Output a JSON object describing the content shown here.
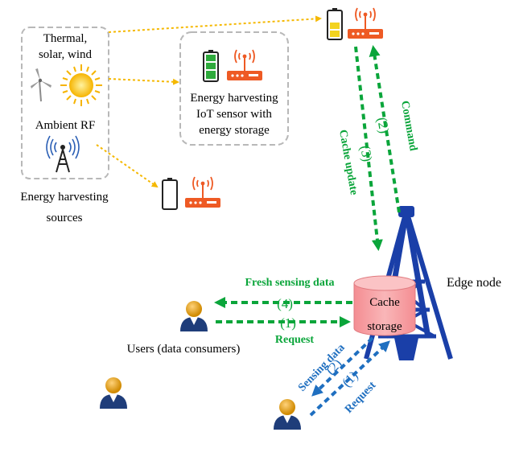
{
  "sources": {
    "line1": "Thermal,",
    "line2": "solar, wind",
    "ambient_rf": "Ambient RF",
    "caption_line1": "Energy harvesting",
    "caption_line2": "sources"
  },
  "iot_box": {
    "line1": "Energy harvesting",
    "line2": "IoT sensor with",
    "line3": "energy storage"
  },
  "cache": {
    "line1": "Cache",
    "line2": "storage"
  },
  "edge_node_label": "Edge node",
  "users_label": "Users (data consumers)",
  "labels": {
    "command": "Command",
    "cache_update": "Cache update",
    "step2_top": "(2)",
    "step3": "(3)",
    "fresh_sensing_data": "Fresh sensing data",
    "step4": "(4)",
    "step1_left": "(1)",
    "request_left": "Request",
    "sensing_data": "Sensing data",
    "step2_bottom": "(2)",
    "step1_bottom": "(1)",
    "request_bottom": "Request"
  },
  "colors": {
    "green_arrow": "#0aa53a",
    "blue_arrow": "#1f6fc0",
    "orange_router": "#ee5a24",
    "cache_pink": "#f7a1a4",
    "tower_blue": "#1a3fa8",
    "yellow_dotted": "#f5b800"
  }
}
